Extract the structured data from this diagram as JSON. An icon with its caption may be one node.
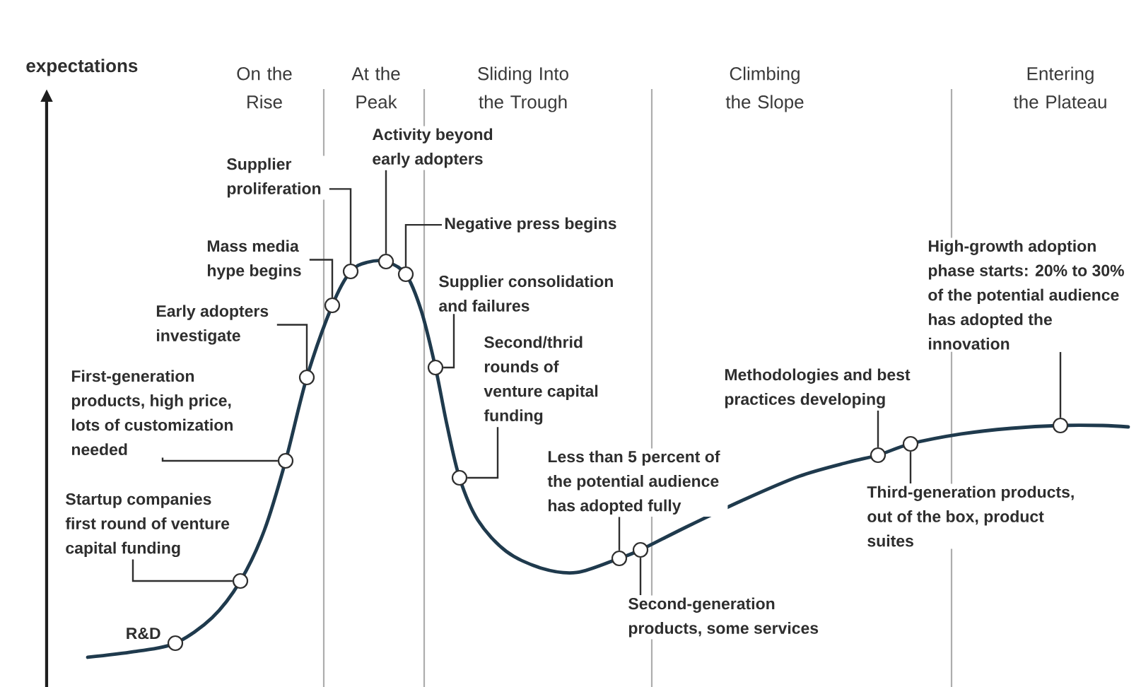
{
  "diagram": {
    "nodes": [
      {
        "text": [
          "Startup companies first round of venture capital funding"
        ]
      },
      {
        "text": [
          "First-generation products, high price, lots of customization needed"
        ]
      },
      {
        "text": [
          "Early adopters investigate"
        ]
      },
      {
        "text": [
          "Mass media hype begins"
        ]
      },
      {
        "text": [
          "Supplier proliferation"
        ]
      },
      {
        "text": [
          "Activity beyond early adopters"
        ]
      },
      {
        "text": [
          "Negative press begins"
        ]
      },
      {
        "text": [
          "Supplier consolidation and failures"
        ]
      },
      {
        "text": [
          "Second/thrid rounds of venture capital funding"
        ]
      },
      {
        "text": [
          "Less than 5 percent of the potential audience has adopted fully"
        ]
      },
      {
        "text": [
          "Second-generation products, some services"
        ]
      },
      {
        "text": [
          "Methodologies and best practices developing"
        ]
      },
      {
        "text": [
          "Third-generation products, out of the box, product suites"
        ]
      },
      {
        "text": [
          "High-growth adoption phase starts: 20% to 30% of the potential audience has adopted the innovation"
        ]
      },
      {
        "text": [],
        "shape": "circle",
        "beside": [
          "R&D"
        ]
      },
      {
        "text": [],
        "shape": "circle"
      },
      {
        "text": [],
        "shape": "circle"
      },
      {
        "text": [],
        "shape": "circle"
      },
      {
        "text": [],
        "shape": "circle"
      },
      {
        "text": [],
        "shape": "circle"
      },
      {
        "text": [],
        "shape": "circle"
      },
      {
        "text": [],
        "shape": "circle"
      },
      {
        "text": [],
        "shape": "circle"
      },
      {
        "text": [],
        "shape": "circle"
      },
      {
        "text": [],
        "shape": "circle"
      },
      {
        "text": [],
        "shape": "circle"
      },
      {
        "text": [],
        "shape": "circle"
      },
      {
        "text": [],
        "shape": "circle"
      },
      {
        "text": [],
        "shape": "circle"
      }
    ],
    "edges": [
      {
        "from": 0,
        "to": 15,
        "arrow": "none"
      },
      {
        "from": 1,
        "to": 16,
        "arrow": "none"
      },
      {
        "from": 2,
        "to": 17,
        "arrow": "none"
      },
      {
        "from": 3,
        "to": 18,
        "arrow": "none"
      },
      {
        "from": 4,
        "to": 19,
        "arrow": "none"
      },
      {
        "from": 5,
        "to": 20,
        "arrow": "none"
      },
      {
        "from": 6,
        "to": 21,
        "arrow": "none"
      },
      {
        "from": 7,
        "to": 22,
        "arrow": "none"
      },
      {
        "from": 8,
        "to": 23,
        "arrow": "none"
      },
      {
        "from": 9,
        "to": 24,
        "arrow": "none"
      },
      {
        "from": 10,
        "to": 25,
        "arrow": "none"
      },
      {
        "from": 11,
        "to": 26,
        "arrow": "none"
      },
      {
        "from": 12,
        "to": 27,
        "arrow": "none"
      },
      {
        "from": 13,
        "to": 28,
        "arrow": "none"
      }
    ],
    "labels": [
      "expectations",
      "On the Rise",
      "At the Peak",
      "Sliding Into the Trough",
      "Climbing the Slope",
      "Entering the Plateau"
    ]
  }
}
